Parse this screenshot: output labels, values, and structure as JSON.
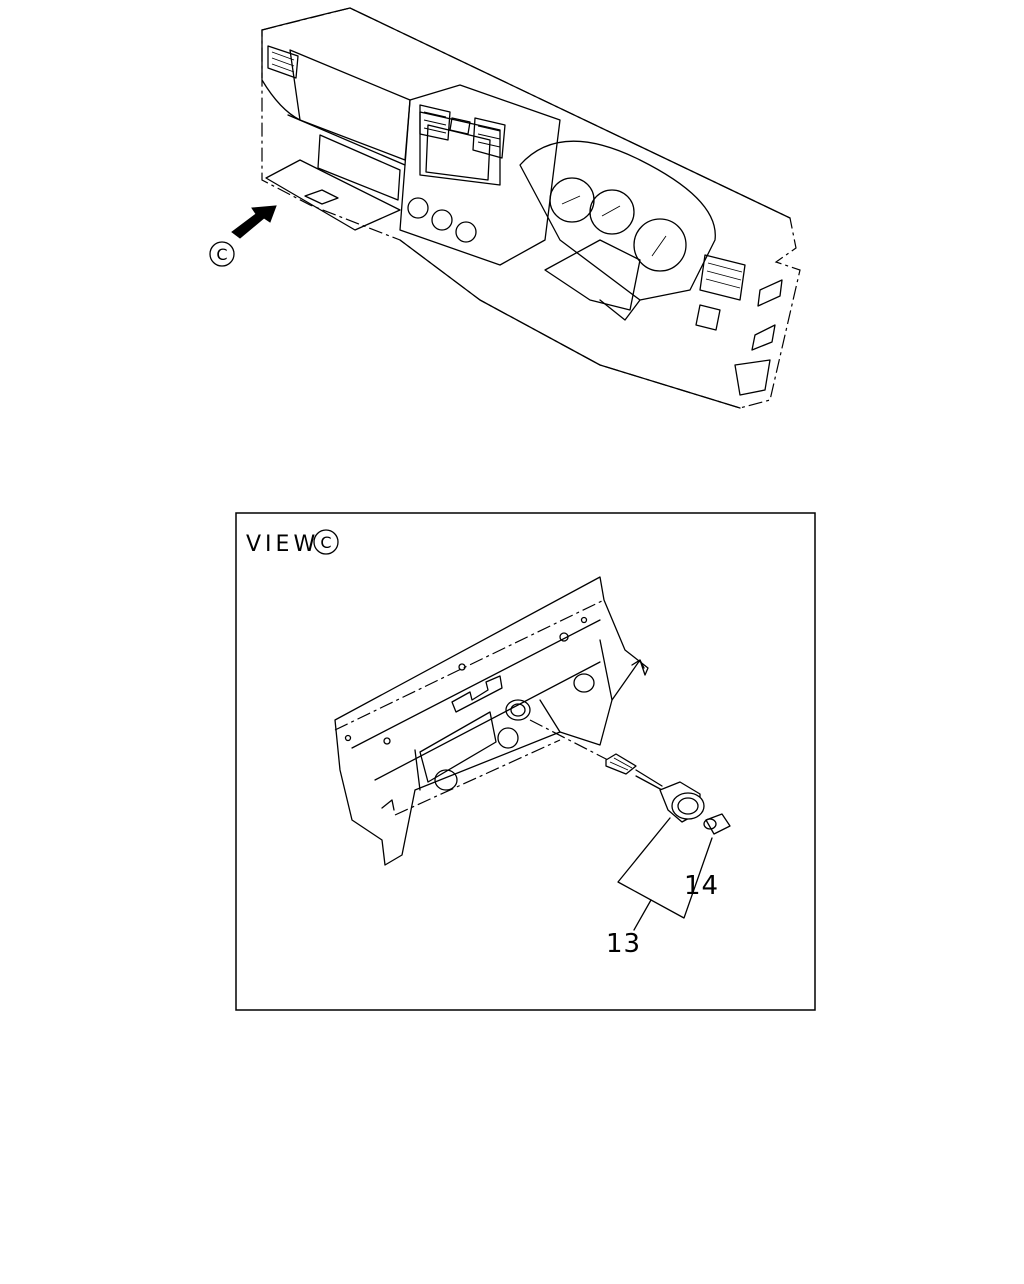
{
  "upper_view": {
    "view_marker": "C"
  },
  "detail_view": {
    "label": "VIEW",
    "marker": "C",
    "callouts": [
      {
        "id": "13"
      },
      {
        "id": "14"
      }
    ]
  }
}
